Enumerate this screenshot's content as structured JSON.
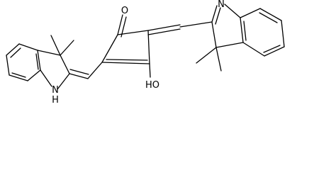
{
  "labels": {
    "ketone_oxygen": "O",
    "hydroxyl": "HO",
    "indoline_nh": "N",
    "indoline_h": "H",
    "indolenine_n": "N"
  }
}
